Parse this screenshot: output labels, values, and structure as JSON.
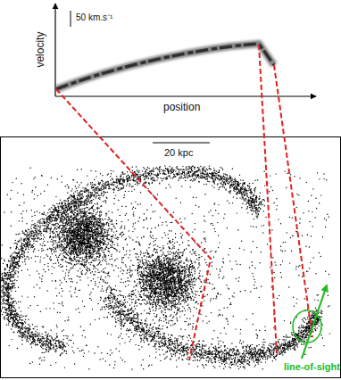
{
  "diagram": {
    "labels": [
      "50 km.s⁻¹",
      "velocity",
      "position",
      "20 kpc",
      "line-of-sight"
    ]
  }
}
